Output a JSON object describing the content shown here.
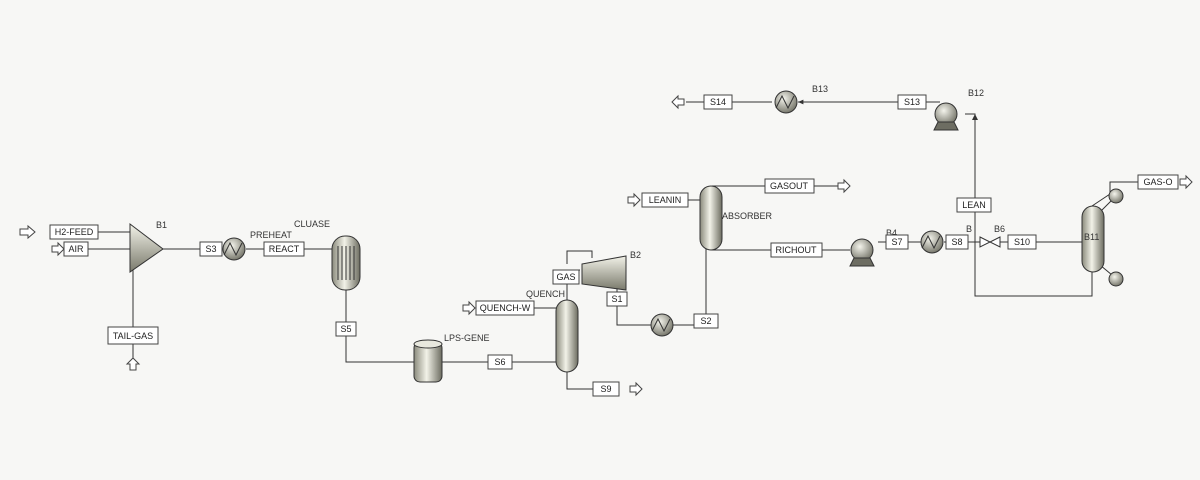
{
  "streams": {
    "h2_feed": "H2-FEED",
    "air": "AIR",
    "tail_gas": "TAIL-GAS",
    "s3": "S3",
    "react": "REACT",
    "s5": "S5",
    "s6": "S6",
    "quench_w": "QUENCH-W",
    "gas": "GAS",
    "s1": "S1",
    "s2": "S2",
    "s9": "S9",
    "leanin": "LEANIN",
    "gasout": "GASOUT",
    "richout": "RICHOUT",
    "s7": "S7",
    "s8": "S8",
    "s10": "S10",
    "lean": "LEAN",
    "s13": "S13",
    "s14": "S14",
    "gas_o": "GAS-O"
  },
  "blocks": {
    "b1": "B1",
    "preheat": "PREHEAT",
    "cluase": "CLUASE",
    "lps_gene": "LPS-GENE",
    "quench": "QUENCH",
    "b2": "B2",
    "absorber": "ABSORBER",
    "b4": "B4",
    "b": "B",
    "b6": "B6",
    "b11": "B11",
    "b12": "B12",
    "b13": "B13"
  }
}
